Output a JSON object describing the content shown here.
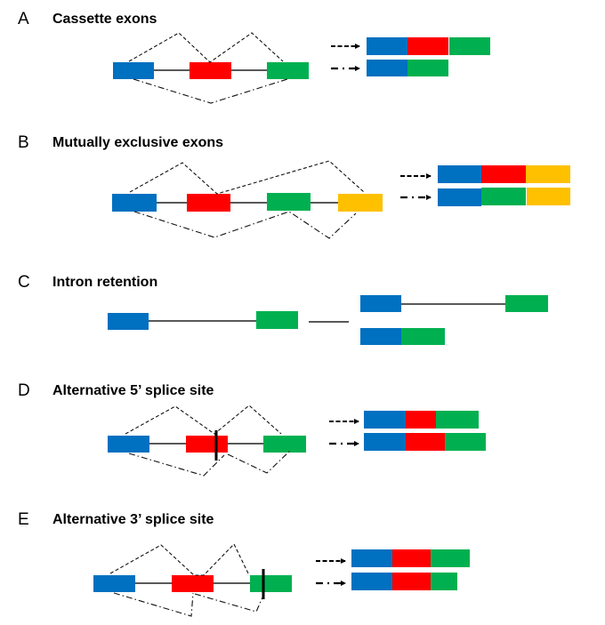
{
  "colors": {
    "blue": "#0070C0",
    "red": "#FF0000",
    "green": "#00B050",
    "yellow": "#FFC000",
    "line": "#222222"
  },
  "panels": [
    {
      "letter": "A",
      "title": "Cassette exons",
      "pre_mrna_exons": [
        "blue",
        "red",
        "green"
      ],
      "splice_variant": "cassette",
      "products": [
        {
          "arrow": "dashed",
          "exons": [
            "blue",
            "red",
            "green"
          ]
        },
        {
          "arrow": "dash-dot",
          "exons": [
            "blue",
            "green"
          ]
        }
      ]
    },
    {
      "letter": "B",
      "title": "Mutually exclusive exons",
      "pre_mrna_exons": [
        "blue",
        "red",
        "green",
        "yellow"
      ],
      "splice_variant": "mutually-exclusive",
      "products": [
        {
          "arrow": "dashed",
          "exons": [
            "blue",
            "red",
            "yellow"
          ]
        },
        {
          "arrow": "dash-dot",
          "exons": [
            "blue",
            "green",
            "yellow"
          ]
        }
      ]
    },
    {
      "letter": "C",
      "title": "Intron retention",
      "pre_mrna_exons": [
        "blue",
        "green"
      ],
      "splice_variant": "intron-retention",
      "products": [
        {
          "arrow": "line",
          "exons": [
            "blue",
            "intron",
            "green"
          ]
        },
        {
          "arrow": "none",
          "exons": [
            "blue",
            "green"
          ]
        }
      ]
    },
    {
      "letter": "D",
      "title": "Alternative 5’ splice site",
      "pre_mrna_exons": [
        "blue",
        "red",
        "green"
      ],
      "splice_variant": "alt-5-prime",
      "products": [
        {
          "arrow": "dashed",
          "exons": [
            "blue",
            "red-short",
            "green"
          ]
        },
        {
          "arrow": "dash-dot",
          "exons": [
            "blue",
            "red",
            "green"
          ]
        }
      ]
    },
    {
      "letter": "E",
      "title": "Alternative 3’ splice site",
      "pre_mrna_exons": [
        "blue",
        "red",
        "green"
      ],
      "splice_variant": "alt-3-prime",
      "products": [
        {
          "arrow": "dashed",
          "exons": [
            "blue",
            "red",
            "green"
          ]
        },
        {
          "arrow": "dash-dot",
          "exons": [
            "blue",
            "red",
            "green-short"
          ]
        }
      ]
    }
  ]
}
